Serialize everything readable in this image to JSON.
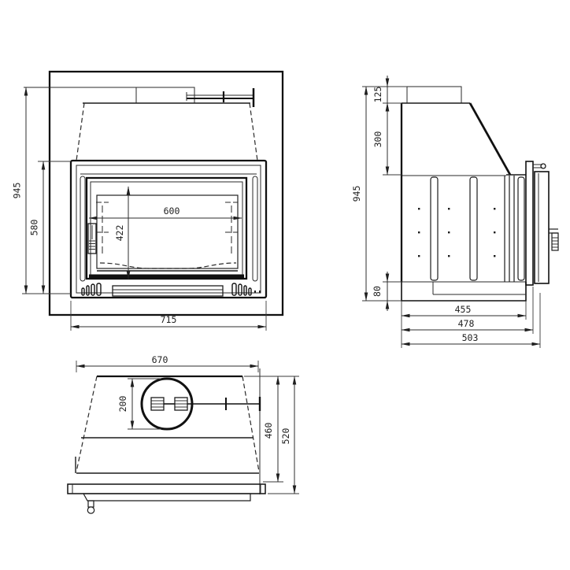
{
  "drawing": {
    "background": "#ffffff",
    "line_color": "#1c1c1c",
    "front": {
      "overall_height": "945",
      "insert_height": "580",
      "glass_width": "600",
      "glass_height": "422",
      "insert_width": "715"
    },
    "side": {
      "flue_collar_height": "125",
      "hood_height": "300",
      "overall_height": "945",
      "base_height": "80",
      "body_depth": "455",
      "frame_depth": "478",
      "overall_depth": "503"
    },
    "top": {
      "body_width": "670",
      "flue_diameter": "200",
      "body_depth": "460",
      "overall_depth": "520"
    }
  }
}
